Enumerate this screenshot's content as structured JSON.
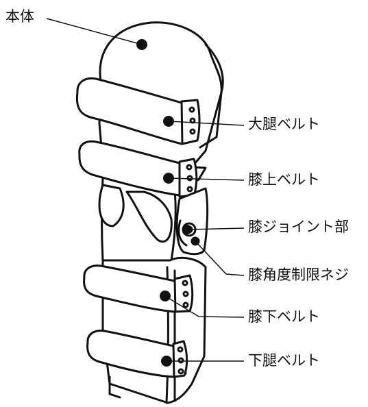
{
  "diagram": {
    "labels": {
      "body": "本体",
      "thigh_belt": "大腿ベルト",
      "above_knee_belt": "膝上ベルト",
      "knee_joint_unit": "膝ジョイント部",
      "knee_angle_limit_screw": "膝角度制限ネジ",
      "below_knee_belt": "膝下ベルト",
      "lower_leg_belt": "下腿ベルト"
    },
    "colors": {
      "line": "#111111",
      "fill": "#ffffff"
    }
  }
}
